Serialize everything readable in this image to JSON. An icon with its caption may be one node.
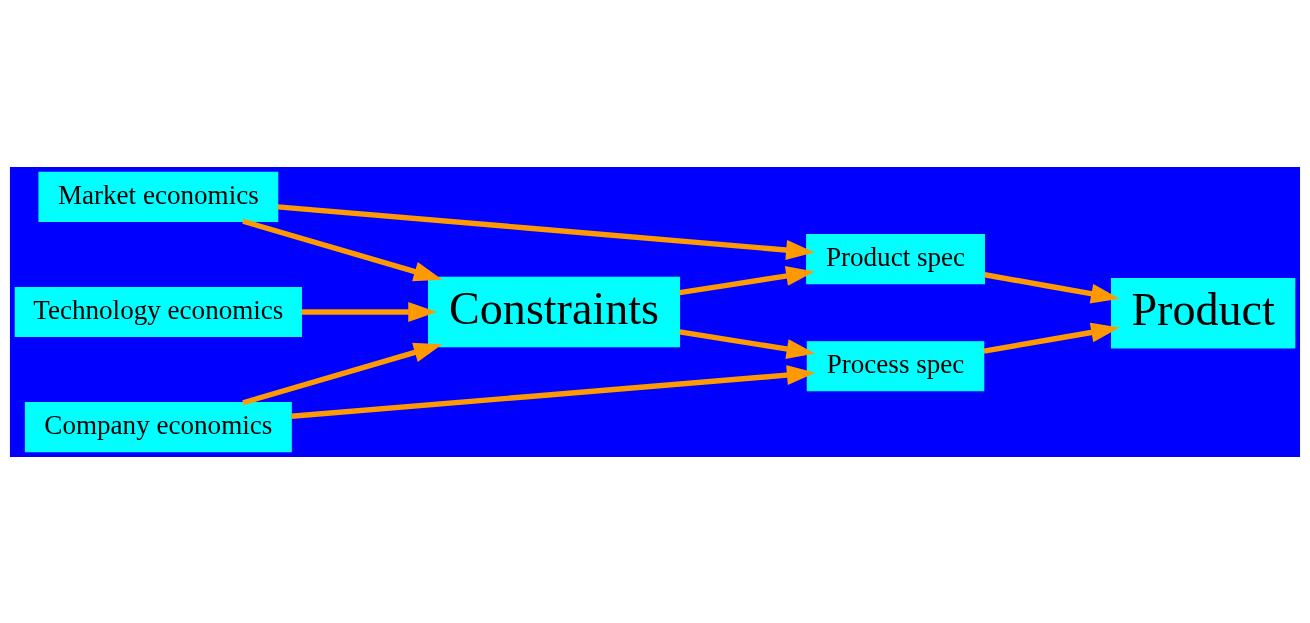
{
  "diagram": {
    "nodes": [
      {
        "text": [
          "Market economics"
        ]
      },
      {
        "text": [
          "Technology economics"
        ]
      },
      {
        "text": [
          "Company economics"
        ]
      },
      {
        "text": [
          "Constraints"
        ]
      },
      {
        "text": [
          "Product spec"
        ]
      },
      {
        "text": [
          "Process spec"
        ]
      },
      {
        "text": [
          "Product"
        ]
      }
    ],
    "edges": [
      {
        "from": 0,
        "to": 4,
        "arrow": "to"
      },
      {
        "from": 0,
        "to": 3,
        "arrow": "to"
      },
      {
        "from": 1,
        "to": 3,
        "arrow": "to"
      },
      {
        "from": 2,
        "to": 3,
        "arrow": "to"
      },
      {
        "from": 2,
        "to": 5,
        "arrow": "to"
      },
      {
        "from": 3,
        "to": 4,
        "arrow": "to"
      },
      {
        "from": 3,
        "to": 5,
        "arrow": "to"
      },
      {
        "from": 4,
        "to": 6,
        "arrow": "to"
      },
      {
        "from": 5,
        "to": 6,
        "arrow": "to"
      }
    ]
  }
}
